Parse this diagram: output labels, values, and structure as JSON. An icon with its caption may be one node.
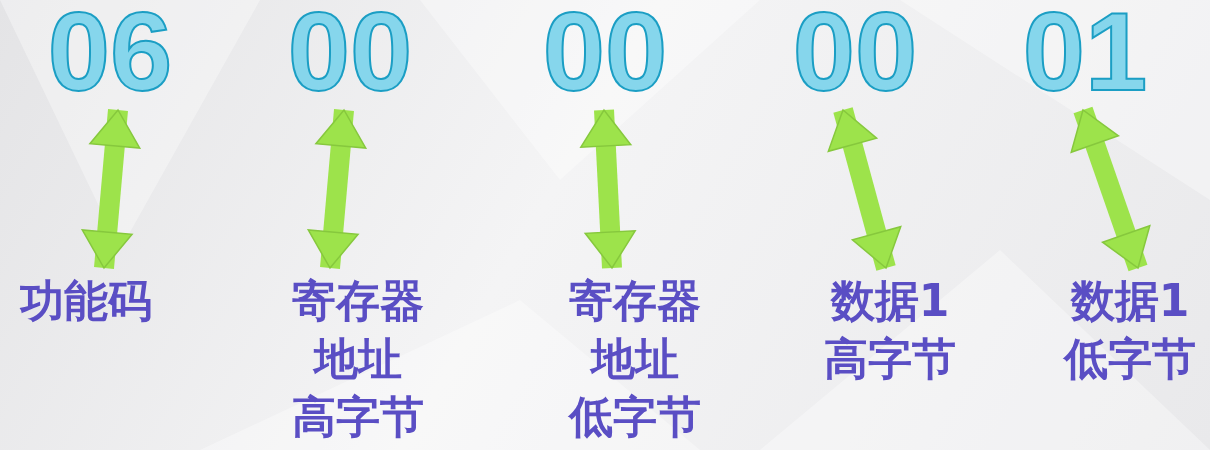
{
  "diagram": {
    "nodes": [
      {
        "text": [
          "06"
        ]
      },
      {
        "text": [
          "00"
        ]
      },
      {
        "text": [
          "00"
        ]
      },
      {
        "text": [
          "00"
        ]
      },
      {
        "text": [
          "01"
        ]
      },
      {
        "text": [
          "功能码"
        ]
      },
      {
        "text": [
          "寄存器地址高字节"
        ]
      },
      {
        "text": [
          "寄存器地址低字节"
        ]
      },
      {
        "text": [
          "数据1高字节"
        ]
      },
      {
        "text": [
          "数据1低字节"
        ]
      }
    ],
    "edges": [
      {
        "from": 0,
        "to": 5,
        "arrow": "both"
      },
      {
        "from": 1,
        "to": 6,
        "arrow": "both"
      },
      {
        "from": 2,
        "to": 7,
        "arrow": "both"
      },
      {
        "from": 3,
        "to": 8,
        "arrow": "both"
      },
      {
        "from": 4,
        "to": 9,
        "arrow": "both"
      }
    ]
  }
}
